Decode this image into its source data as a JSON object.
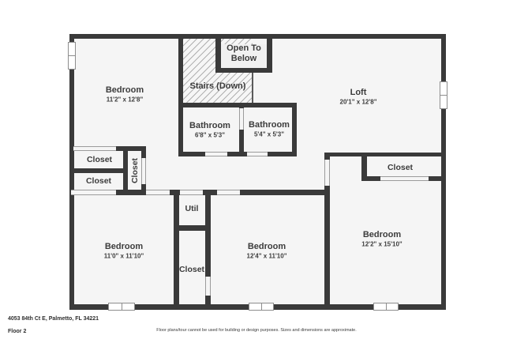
{
  "meta": {
    "address": "4053 84th Ct E, Palmetto, FL 34221",
    "floor_label": "Floor 2",
    "disclaimer": "Floor plans/tour cannot be used for building or design purposes. Sizes and dimensions are approximate."
  },
  "colors": {
    "wall": "#3a3a3a",
    "floor_fill": "#f5f5f5",
    "text": "#3c3c3c",
    "background": "#ffffff"
  },
  "rooms": [
    {
      "id": "bedroom-top-left",
      "name": "Bedroom",
      "dims": "11'2\" x 12'8\""
    },
    {
      "id": "open-to-below",
      "name": "Open To Below"
    },
    {
      "id": "stairs",
      "name": "Stairs (Down)"
    },
    {
      "id": "loft",
      "name": "Loft",
      "dims": "20'1\" x 12'8\""
    },
    {
      "id": "bathroom-1",
      "name": "Bathroom",
      "dims": "6'8\" x 5'3\""
    },
    {
      "id": "bathroom-2",
      "name": "Bathroom",
      "dims": "5'4\" x 5'3\""
    },
    {
      "id": "closet-left-1",
      "name": "Closet"
    },
    {
      "id": "closet-left-2",
      "name": "Closet"
    },
    {
      "id": "closet-vertical",
      "name": "Closet"
    },
    {
      "id": "closet-right",
      "name": "Closet"
    },
    {
      "id": "util",
      "name": "Util"
    },
    {
      "id": "closet-bottom-middle",
      "name": "Closet"
    },
    {
      "id": "bedroom-bottom-left",
      "name": "Bedroom",
      "dims": "11'0\" x 11'10\""
    },
    {
      "id": "bedroom-bottom-middle",
      "name": "Bedroom",
      "dims": "12'4\" x 11'10\""
    },
    {
      "id": "bedroom-right",
      "name": "Bedroom",
      "dims": "12'2\" x 15'10\""
    }
  ]
}
